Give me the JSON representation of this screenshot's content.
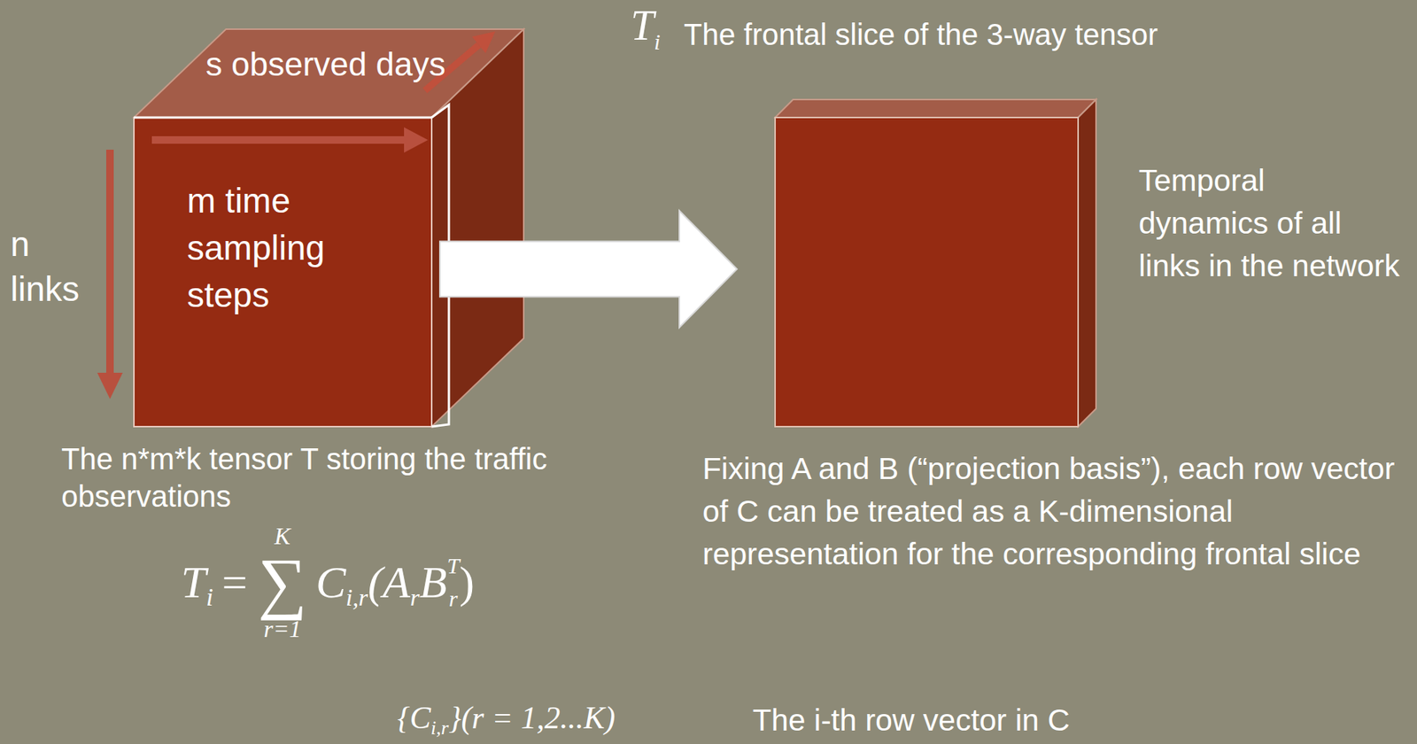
{
  "diagram": {
    "nodes": [
      {
        "text": [
          "s observed days",
          "m time sampling steps"
        ]
      },
      {
        "text": [
          "Temporal dynamics of all links in the network"
        ]
      }
    ],
    "edges": [
      {
        "from": 0,
        "to": 1,
        "arrow": "to"
      }
    ],
    "labels": [
      "T",
      "i",
      "The frontal slice of the 3-way tensor",
      "n links",
      "The n*m*k tensor T storing the traffic observations",
      "T",
      "i",
      "=",
      "∑",
      "K",
      "r=1",
      "C",
      "i,r",
      "(A",
      "r",
      "B",
      "r",
      "T",
      ")",
      "Fixing A and B (“projection basis”), each row vector of C can be treated as a K-dimensional representation for the corresponding frontal slice",
      "{C",
      "i,r",
      "}(r = 1,2...K)",
      "The i-th row vector in C"
    ]
  }
}
